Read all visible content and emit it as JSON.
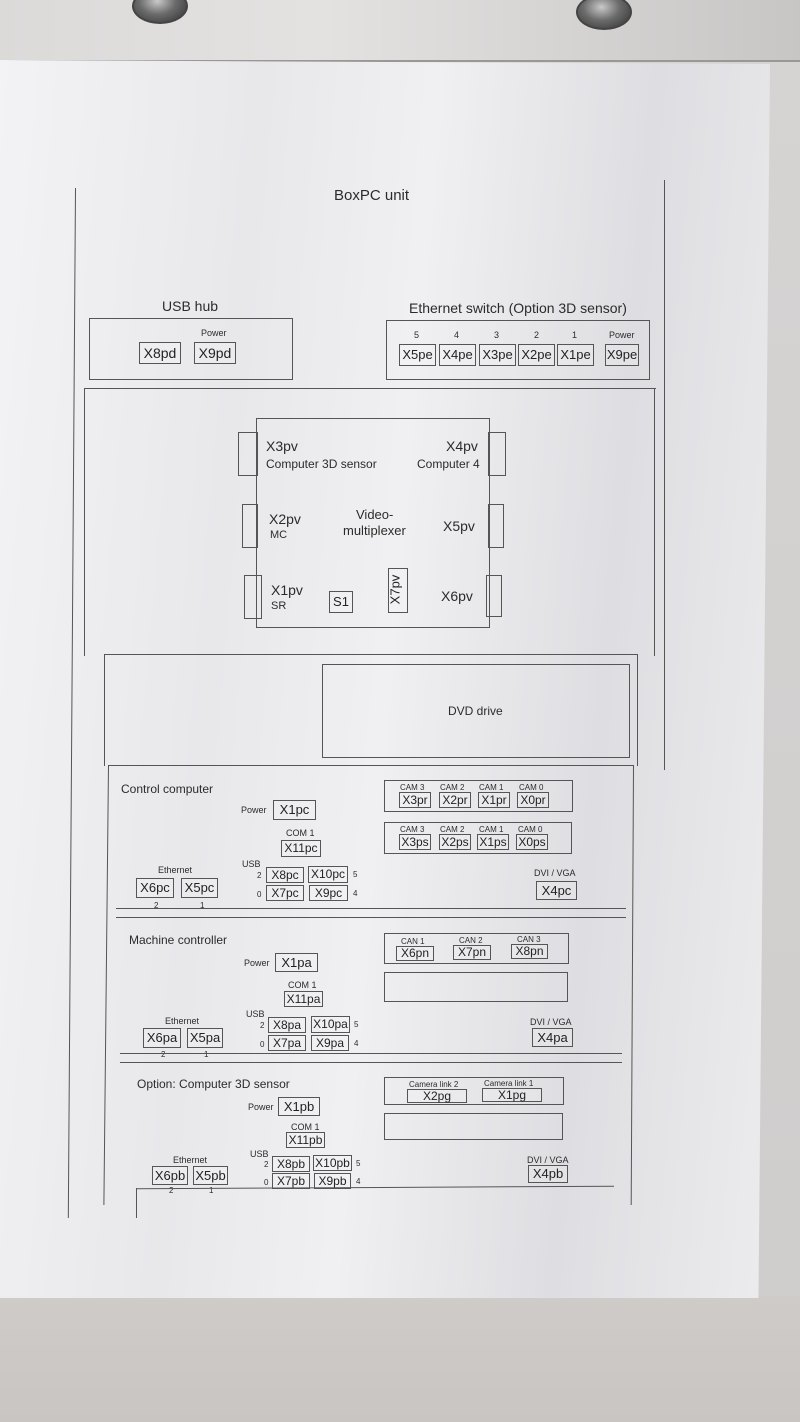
{
  "title": "BoxPC unit",
  "usb_hub": {
    "label": "USB hub",
    "power_label": "Power",
    "ports": [
      "X8pd",
      "X9pd"
    ]
  },
  "ethernet_switch": {
    "label": "Ethernet switch (Option 3D sensor)",
    "port_numbers": [
      "5",
      "4",
      "3",
      "2",
      "1"
    ],
    "ports": [
      "X5pe",
      "X4pe",
      "X3pe",
      "X2pe",
      "X1pe"
    ],
    "power_label": "Power",
    "power_port": "X9pe"
  },
  "video_multiplexer": {
    "label_line1": "Video-",
    "label_line2": "multiplexer",
    "x3pv": "X3pv",
    "x3pv_desc": "Computer 3D sensor",
    "x4pv": "X4pv",
    "x4pv_desc": "Computer 4",
    "x2pv": "X2pv",
    "x2pv_desc": "MC",
    "x5pv": "X5pv",
    "x1pv": "X1pv",
    "x1pv_desc": "SR",
    "s1": "S1",
    "x7pv": "X7pv",
    "x6pv": "X6pv"
  },
  "dvd": {
    "label": "DVD drive"
  },
  "control_computer": {
    "title": "Control computer",
    "power_label": "Power",
    "power_port": "X1pc",
    "com_label": "COM 1",
    "com_port": "X11pc",
    "usb_label": "USB",
    "usb_ports": [
      {
        "left_num": "2",
        "a": "X8pc",
        "b": "X10pc",
        "right_num": "5"
      },
      {
        "left_num": "0",
        "a": "X7pc",
        "b": "X9pc",
        "right_num": "4"
      }
    ],
    "ethernet_label": "Ethernet",
    "ethernet_ports": [
      {
        "port": "X6pc",
        "num": "2"
      },
      {
        "port": "X5pc",
        "num": "1"
      }
    ],
    "cam_row1": [
      {
        "cam": "CAM 3",
        "port": "X3pr"
      },
      {
        "cam": "CAM 2",
        "port": "X2pr"
      },
      {
        "cam": "CAM 1",
        "port": "X1pr"
      },
      {
        "cam": "CAM 0",
        "port": "X0pr"
      }
    ],
    "cam_row2": [
      {
        "cam": "CAM 3",
        "port": "X3ps"
      },
      {
        "cam": "CAM 2",
        "port": "X2ps"
      },
      {
        "cam": "CAM 1",
        "port": "X1ps"
      },
      {
        "cam": "CAM 0",
        "port": "X0ps"
      }
    ],
    "dvi_label": "DVI / VGA",
    "dvi_port": "X4pc"
  },
  "machine_controller": {
    "title": "Machine controller",
    "power_label": "Power",
    "power_port": "X1pa",
    "com_label": "COM 1",
    "com_port": "X11pa",
    "usb_label": "USB",
    "usb_ports": [
      {
        "left_num": "2",
        "a": "X8pa",
        "b": "X10pa",
        "right_num": "5"
      },
      {
        "left_num": "0",
        "a": "X7pa",
        "b": "X9pa",
        "right_num": "4"
      }
    ],
    "ethernet_label": "Ethernet",
    "ethernet_ports": [
      {
        "port": "X6pa",
        "num": "2"
      },
      {
        "port": "X5pa",
        "num": "1"
      }
    ],
    "can_ports": [
      {
        "can": "CAN 1",
        "port": "X6pn"
      },
      {
        "can": "CAN 2",
        "port": "X7pn"
      },
      {
        "can": "CAN 3",
        "port": "X8pn"
      }
    ],
    "dvi_label": "DVI / VGA",
    "dvi_port": "X4pa"
  },
  "computer_3d": {
    "title": "Option: Computer 3D sensor",
    "power_label": "Power",
    "power_port": "X1pb",
    "com_label": "COM 1",
    "com_port": "X11pb",
    "usb_label": "USB",
    "usb_ports": [
      {
        "left_num": "2",
        "a": "X8pb",
        "b": "X10pb",
        "right_num": "5"
      },
      {
        "left_num": "0",
        "a": "X7pb",
        "b": "X9pb",
        "right_num": "4"
      }
    ],
    "ethernet_label": "Ethernet",
    "ethernet_ports": [
      {
        "port": "X6pb",
        "num": "2"
      },
      {
        "port": "X5pb",
        "num": "1"
      }
    ],
    "camera_links": [
      {
        "label": "Camera link 2",
        "port": "X2pg"
      },
      {
        "label": "Camera link 1",
        "port": "X1pg"
      }
    ],
    "dvi_label": "DVI / VGA",
    "dvi_port": "X4pb"
  }
}
